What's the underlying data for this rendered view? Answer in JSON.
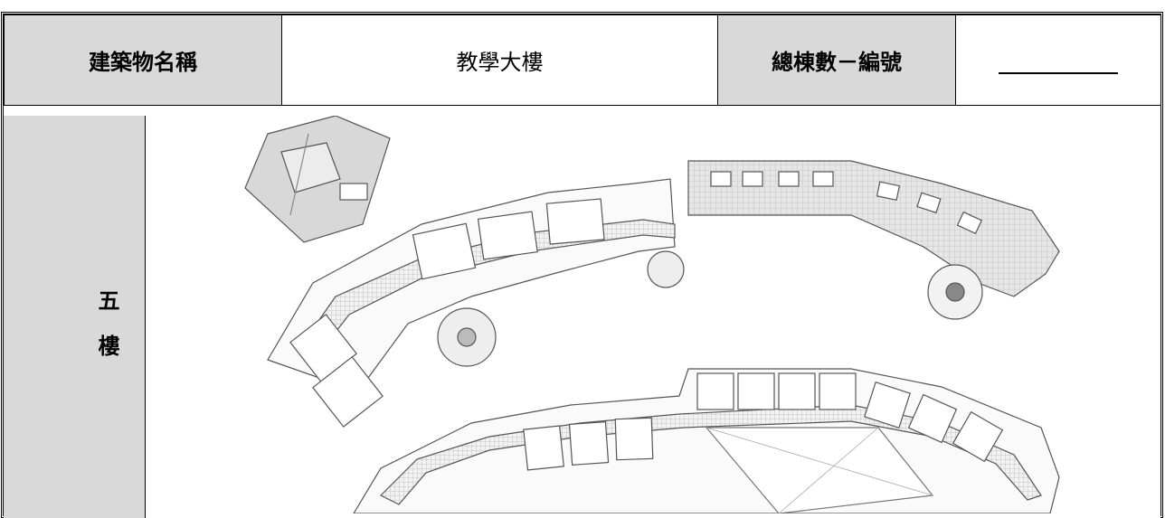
{
  "header": {
    "building_name_label": "建築物名稱",
    "building_name_value": "教學大樓",
    "building_count_label": "總棟數－編號",
    "building_count_value": ""
  },
  "floor": {
    "label_line1": "五",
    "label_line2": "樓"
  },
  "floor_plan": {
    "description_icon": "floor-plan-image"
  }
}
